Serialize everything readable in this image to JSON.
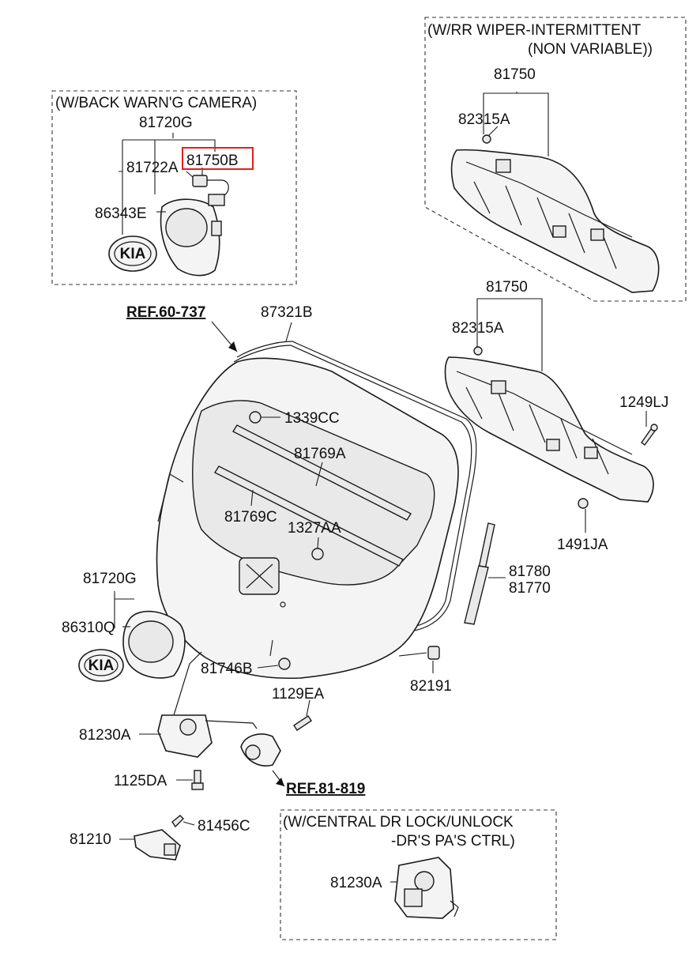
{
  "groups": {
    "wiper_title_1": "(W/RR WIPER-INTERMITTENT",
    "wiper_title_2": "(NON VARIABLE))",
    "camera_title": "(W/BACK WARN'G CAMERA)",
    "central_title_1": "(W/CENTRAL DR LOCK/UNLOCK",
    "central_title_2": "-DR'S  PA'S CTRL)"
  },
  "parts": {
    "p81750_top": "81750",
    "p82315A_top": "82315A",
    "p81720G_top": "81720G",
    "p81722A": "81722A",
    "p81750B": "81750B",
    "p86343E": "86343E",
    "ref_60_737": "REF.60-737",
    "p87321B": "87321B",
    "p81750_mid": "81750",
    "p82315A_mid": "82315A",
    "p1339CC": "1339CC",
    "p81769A": "81769A",
    "p1249LJ": "1249LJ",
    "p81769C": "81769C",
    "p1327AA": "1327AA",
    "p1491JA": "1491JA",
    "p81720G_bot": "81720G",
    "p81780": "81780",
    "p81770": "81770",
    "p86310Q": "86310Q",
    "p81746B": "81746B",
    "p82191": "82191",
    "p1129EA": "1129EA",
    "p81230A_left": "81230A",
    "p1125DA": "1125DA",
    "ref_81_819": "REF.81-819",
    "p81210": "81210",
    "p81456C": "81456C",
    "p81230A_box": "81230A"
  },
  "highlight": {
    "part": "81750B",
    "color": "#e0201b"
  },
  "logo_text": "KIA"
}
